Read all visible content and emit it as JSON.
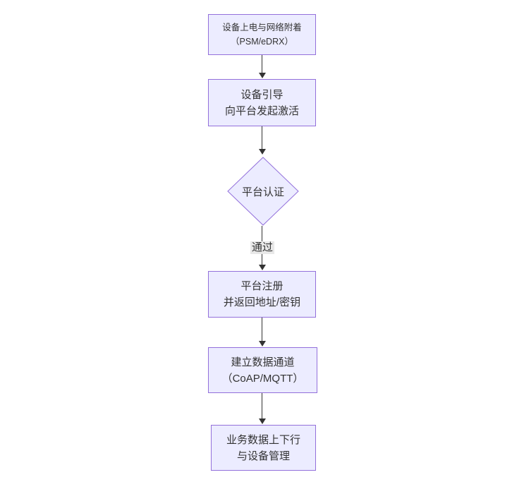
{
  "diagram": {
    "type": "flowchart",
    "direction": "top-down",
    "colors": {
      "background": "#ffffff",
      "node_fill": "#ECECFF",
      "node_border": "#9370DB",
      "text": "#333333",
      "edge": "#333333",
      "edge_label_bg": "#e8e8e8"
    },
    "nodes": [
      {
        "shape": "rect",
        "lines": [
          "设备上电与网络附着",
          "（PSM/eDRX）"
        ]
      },
      {
        "shape": "rect",
        "lines": [
          "设备引导",
          "向平台发起激活"
        ]
      },
      {
        "shape": "diamond",
        "lines": [
          "平台认证"
        ]
      },
      {
        "shape": "rect",
        "lines": [
          "平台注册",
          "并返回地址/密钥"
        ]
      },
      {
        "shape": "rect",
        "lines": [
          "建立数据通道",
          "（CoAP/MQTT）"
        ]
      },
      {
        "shape": "rect",
        "lines": [
          "业务数据上下行",
          "与设备管理"
        ]
      }
    ],
    "edges": [
      {
        "from": 0,
        "to": 1,
        "label": ""
      },
      {
        "from": 1,
        "to": 2,
        "label": ""
      },
      {
        "from": 2,
        "to": 3,
        "label": "通过"
      },
      {
        "from": 3,
        "to": 4,
        "label": ""
      },
      {
        "from": 4,
        "to": 5,
        "label": ""
      }
    ]
  }
}
